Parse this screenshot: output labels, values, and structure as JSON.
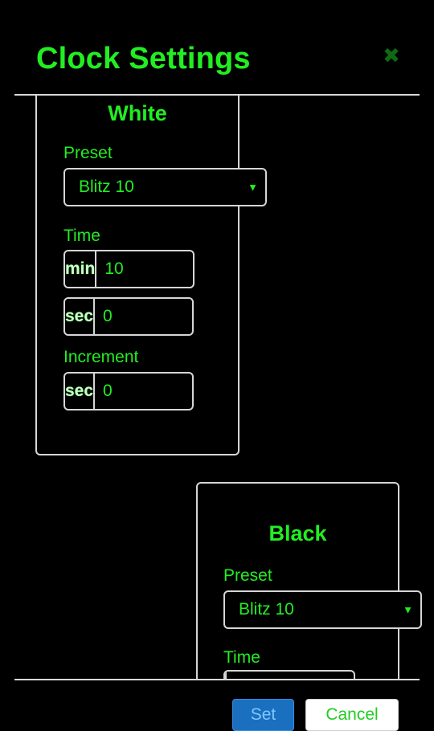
{
  "dialog": {
    "title": "Clock Settings",
    "close_glyph": "✖"
  },
  "white": {
    "header": "White",
    "preset_label": "Preset",
    "preset_value": "Blitz 10",
    "time_label": "Time",
    "min_addon": "min",
    "min_value": "10",
    "sec_addon": "sec",
    "sec_value": "0",
    "increment_label": "Increment",
    "inc_addon": "sec",
    "inc_value": "0"
  },
  "black": {
    "header": "Black",
    "preset_label": "Preset",
    "preset_value": "Blitz 10",
    "time_label": "Time"
  },
  "footer": {
    "set_label": "Set",
    "cancel_label": "Cancel"
  },
  "colors": {
    "background": "#000000",
    "text_green": "#22ee22",
    "border": "#d6d6d6",
    "set_button": "#1a6fbf"
  }
}
